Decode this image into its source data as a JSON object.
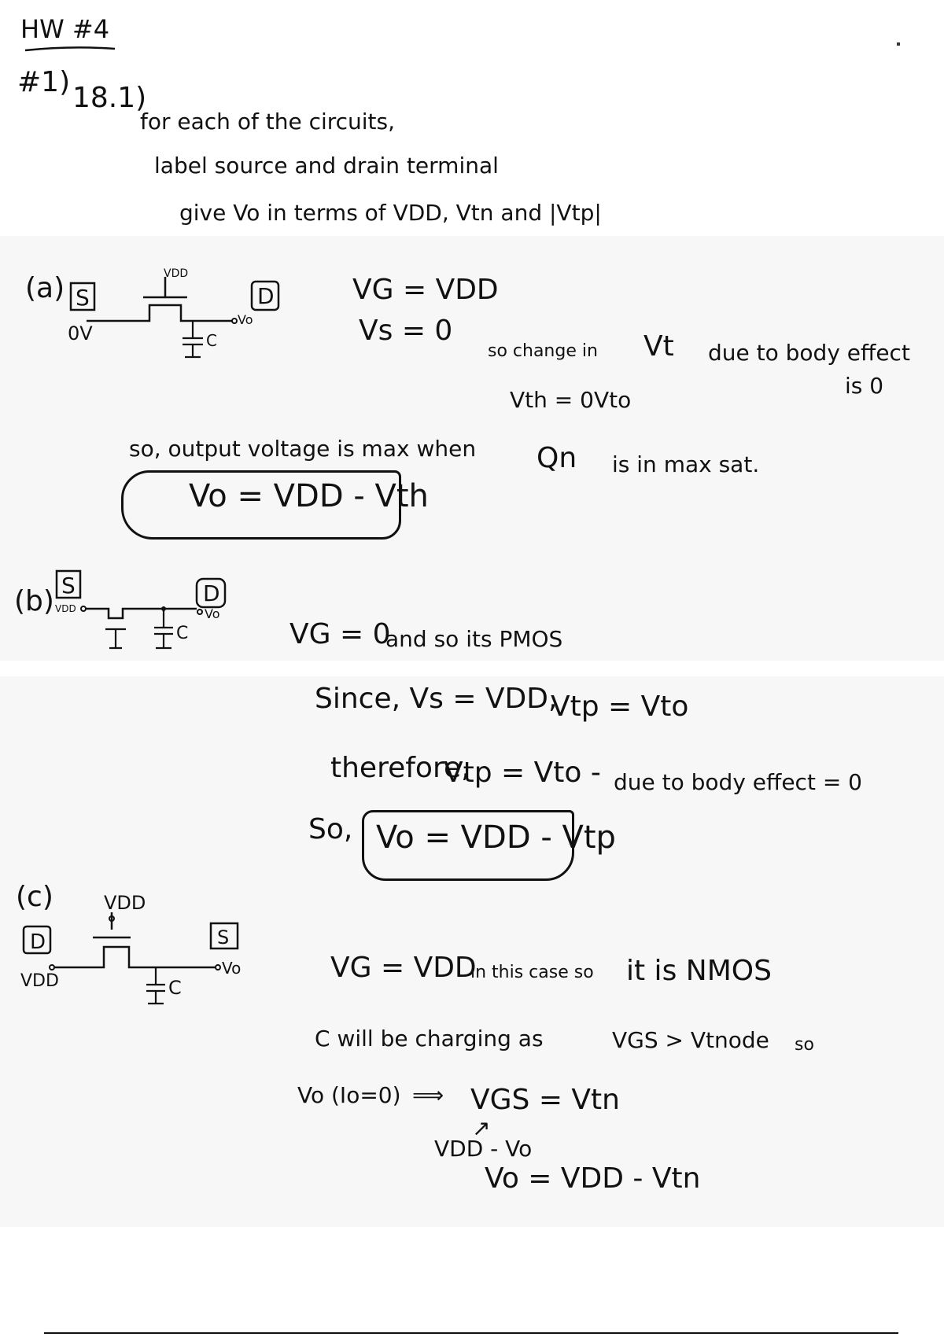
{
  "header": {
    "title": "HW #4",
    "problem_num": "#1)",
    "problem_ref": "18.1)"
  },
  "instructions": {
    "line1": "for each of the circuits,",
    "line2": "label source and drain terminal",
    "line3": "give Vo in terms of VDD, Vtn and |Vtp|"
  },
  "part_a": {
    "label": "(a)",
    "s_box": "S",
    "d_box": "D",
    "left_node": "0V",
    "gate_label": "VDD",
    "out_label": "Vo",
    "cap_label": "C",
    "eq1": "VG = VDD",
    "eq2": "Vs = 0",
    "note1": "so change in",
    "note1_var": "Vt",
    "note1_end": "due to body effect",
    "note1_tail": "is 0",
    "eq3": "Vth = 0Vto",
    "summary": "so, output voltage is max when",
    "summary_var": "Qn",
    "summary_end": "is in max sat.",
    "answer": "Vo = VDD - Vth"
  },
  "part_b": {
    "label": "(b)",
    "s_box": "S",
    "d_box": "D",
    "left_node": "VDD",
    "out_label": "Vo",
    "cap_label": "C",
    "eq1": "VG = 0",
    "eq1_note": "and so its PMOS",
    "eq2": "Since, Vs = VDD,",
    "eq2b": "Vtp = Vto",
    "eq3": "therefore,",
    "eq3b": "Vtp = Vto -",
    "eq3_note": "due to body effect = 0",
    "so": "So,",
    "answer": "Vo = VDD - Vtp"
  },
  "part_c": {
    "label": "(c)",
    "gate_label": "VDD",
    "d_box": "D",
    "s_box": "S",
    "left_node": "VDD",
    "out_label": "Vo",
    "cap_label": "C",
    "eq1": "VG = VDD",
    "eq1_note": "in this case so",
    "eq1_end": "it is NMOS",
    "eq2": "C will be charging as",
    "eq2_var": "VGS > Vtnode",
    "eq2_end": "so",
    "eq3": "Vo (Io=0)",
    "arrow": "⟹",
    "eq3b": "VGS = Vtn",
    "up_arrow": "↗",
    "eq4": "VDD - Vo",
    "eq5": "Vo = VDD - Vtn"
  }
}
